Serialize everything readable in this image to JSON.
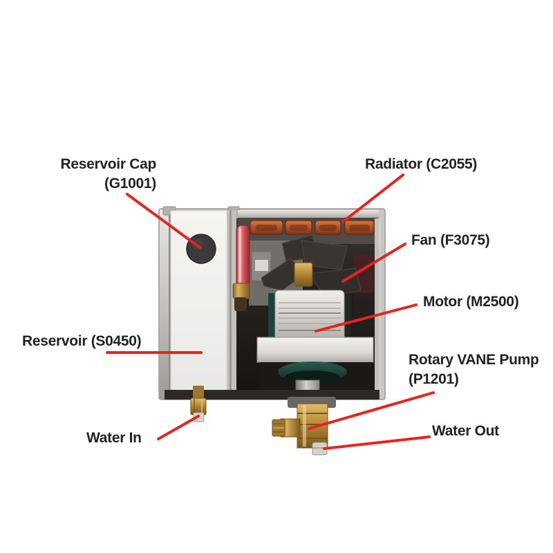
{
  "figure": {
    "kind": "labeled-parts-diagram",
    "subject": "water pump / chiller unit interior photo with callouts",
    "background_color": "#ffffff",
    "leader_line_color": "#e8231f",
    "label_text_color": "#252122",
    "parts": [
      {
        "name": "Reservoir Cap",
        "part_number": "G1001"
      },
      {
        "name": "Radiator",
        "part_number": "C2055"
      },
      {
        "name": "Fan",
        "part_number": "F3075"
      },
      {
        "name": "Motor",
        "part_number": "M2500"
      },
      {
        "name": "Reservoir",
        "part_number": "S0450"
      },
      {
        "name": "Rotary VANE Pump",
        "part_number": "P1201"
      },
      {
        "name": "Water In",
        "part_number": ""
      },
      {
        "name": "Water Out",
        "part_number": ""
      }
    ],
    "labels": {
      "reservoir_cap_1": "Reservoir Cap",
      "reservoir_cap_2": "(G1001)",
      "radiator": "Radiator (C2055)",
      "fan": "Fan (F3075)",
      "motor": "Motor (M2500)",
      "reservoir": "Reservoir (S0450)",
      "pump_1": "Rotary VANE Pump",
      "pump_2": "(P1201)",
      "water_in": "Water In",
      "water_out": "Water Out"
    }
  }
}
